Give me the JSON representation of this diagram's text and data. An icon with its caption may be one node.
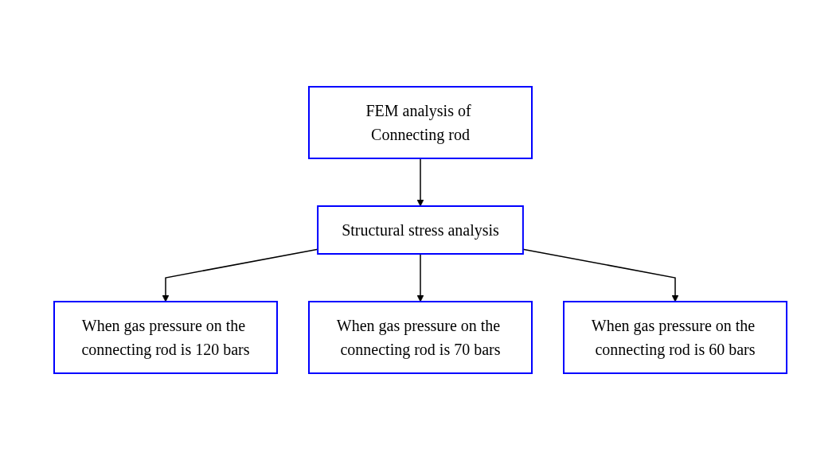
{
  "diagram": {
    "nodes": [
      {
        "text": [
          "FEM analysis of Connecting rod"
        ]
      },
      {
        "text": [
          "Structural stress analysis"
        ]
      },
      {
        "text": [
          "When gas pressure on the connecting rod is 120 bars"
        ]
      },
      {
        "text": [
          "When gas pressure on the connecting rod is 70 bars"
        ]
      },
      {
        "text": [
          "When gas pressure on the connecting rod is 60 bars"
        ]
      }
    ],
    "edges": [
      {
        "from": 0,
        "to": 1,
        "arrow": "to"
      },
      {
        "from": 1,
        "to": 2,
        "arrow": "to"
      },
      {
        "from": 1,
        "to": 3,
        "arrow": "to"
      },
      {
        "from": 1,
        "to": 4,
        "arrow": "to"
      }
    ]
  }
}
